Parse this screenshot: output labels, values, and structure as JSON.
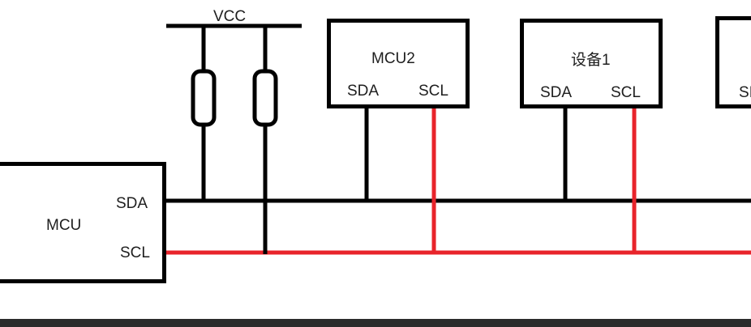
{
  "power": {
    "label": "VCC"
  },
  "mcu": {
    "name": "MCU",
    "sda": "SDA",
    "scl": "SCL"
  },
  "mcu2": {
    "name": "MCU2",
    "sda": "SDA",
    "scl": "SCL"
  },
  "device1": {
    "name": "设备1",
    "sda": "SDA",
    "scl": "SCL"
  },
  "device2_partial": {
    "sda_fragment": "SI"
  },
  "colors": {
    "sda_line": "#000000",
    "scl_line": "#e8242b",
    "bottom_bar": "#2b2b2b"
  }
}
